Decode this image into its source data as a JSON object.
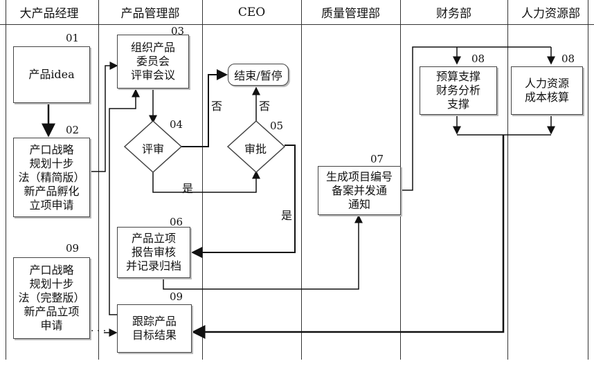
{
  "lanes": [
    "大产品经理",
    "产品管理部",
    "CEO",
    "质量管理部",
    "财务部",
    "人力资源部"
  ],
  "nodes": {
    "n01": {
      "num": "01",
      "text": "产品idea"
    },
    "n02": {
      "num": "02",
      "text": "产口战略\n规划十步\n法（精简版）\n新产品孵化\n立项申请"
    },
    "n03": {
      "num": "03",
      "text": "组织产品\n委员会\n评审会议"
    },
    "n04": {
      "num": "04",
      "text": "评审"
    },
    "n05": {
      "num": "05",
      "text": "审批"
    },
    "end": {
      "text": "结束/暂停"
    },
    "n06": {
      "num": "06",
      "text": "产品立项\n报告审核\n并记录归档"
    },
    "n07": {
      "num": "07",
      "text": "生成项目编号\n备案并发通\n通知"
    },
    "n08a": {
      "num": "08",
      "text": "预算支撑\n财务分析\n支撑"
    },
    "n08b": {
      "num": "08",
      "text": "人力资源\n成本核算"
    },
    "n09a": {
      "num": "09",
      "text": "产口战略\n规划十步\n法（完整版）\n新产品立项\n申请"
    },
    "n09b": {
      "num": "09",
      "text": "跟踪产品\n目标结果"
    }
  },
  "edge_labels": {
    "no1": "否",
    "no2": "否",
    "yes1": "是",
    "yes2": "是",
    "dots": "· · ·"
  }
}
